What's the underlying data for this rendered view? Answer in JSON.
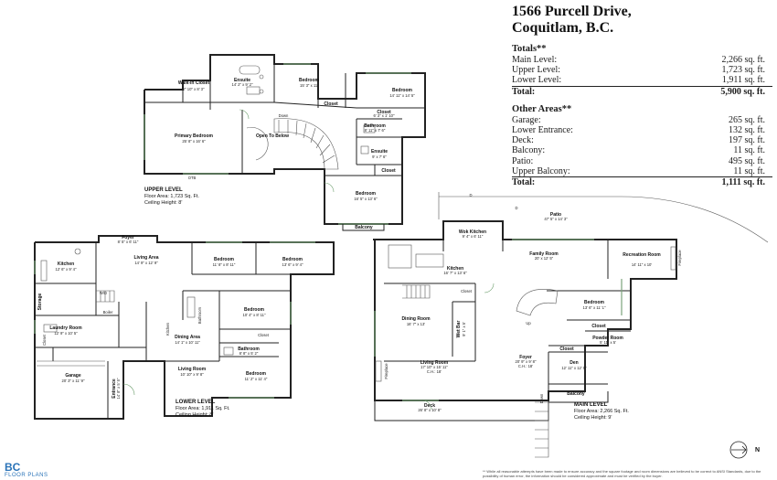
{
  "header": {
    "address_line1": "1566 Purcell Drive,",
    "address_line2": "Coquitlam, B.C."
  },
  "totals": {
    "heading": "Totals**",
    "rows": [
      {
        "label": "Main Level:",
        "value": "2,266 sq. ft."
      },
      {
        "label": "Upper Level:",
        "value": "1,723 sq. ft."
      },
      {
        "label": "Lower Level:",
        "value": "1,911 sq. ft."
      }
    ],
    "total": {
      "label": "Total:",
      "value": "5,900 sq. ft."
    }
  },
  "other_areas": {
    "heading": "Other Areas**",
    "rows": [
      {
        "label": "Garage:",
        "value": "265 sq. ft."
      },
      {
        "label": "Lower Entrance:",
        "value": "132 sq. ft."
      },
      {
        "label": "Deck:",
        "value": "197 sq. ft."
      },
      {
        "label": "Balcony:",
        "value": "11 sq. ft."
      },
      {
        "label": "Patio:",
        "value": "495 sq. ft."
      },
      {
        "label": "Upper Balcony:",
        "value": "11 sq. ft."
      }
    ],
    "total": {
      "label": "Total:",
      "value": "1,111 sq. ft."
    }
  },
  "levels": {
    "upper": {
      "name": "UPPER LEVEL",
      "area": "Floor Area: 1,723 Sq. Ft.",
      "ceiling": "Ceiling Height: 8'"
    },
    "lower": {
      "name": "LOWER LEVEL",
      "area": "Floor Area: 1,911 Sq. Ft.",
      "ceiling": "Ceiling Height: 8'"
    },
    "main": {
      "name": "MAIN LEVEL",
      "area": "Floor Area: 2,266 Sq. Ft.",
      "ceiling": "Ceiling Height: 9'"
    }
  },
  "upper_rooms": {
    "walkin": {
      "name": "Walk-in Closet",
      "dim": "7' 10\" x 8' 3\""
    },
    "ensuite": {
      "name": "Ensuite",
      "dim": "14' 2\" x 9' 2\""
    },
    "bedroom1": {
      "name": "Bedroom",
      "dim": "15' 3\" x 11'"
    },
    "bedroom2": {
      "name": "Bedroom",
      "dim": "14' 11\" x 14' 5\""
    },
    "closet1": {
      "name": "Closet"
    },
    "closet2": {
      "name": "Closet",
      "dim": "6' 3\" x 1' 10\""
    },
    "primary": {
      "name": "Primary Bedroom",
      "dim": "25' 8\" x 16' 6\""
    },
    "open": {
      "name": "Open To Below"
    },
    "down": {
      "name": "Down"
    },
    "bathroom": {
      "name": "Bathroom",
      "dim": "8' 11\" x 7' 6\""
    },
    "ensuite2": {
      "name": "Ensuite",
      "dim": "9' x 7' 6\""
    },
    "closet3": {
      "name": "Closet"
    },
    "bedroom3": {
      "name": "Bedroom",
      "dim": "16' 5\" x 13' 6\""
    },
    "balcony": {
      "name": "Balcony"
    },
    "otb": {
      "name": "OTB"
    }
  },
  "lower_rooms": {
    "foyer": {
      "name": "Foyer",
      "dim": "8' 5\" x 6' 11\""
    },
    "kitchen": {
      "name": "Kitchen",
      "dim": "12' 6\" x 9' 4\""
    },
    "living": {
      "name": "Living Area",
      "dim": "14' 9\" x 12' 9\""
    },
    "bedroom1": {
      "name": "Bedroom",
      "dim": "11' 8\" x 8' 11\""
    },
    "bedroom2": {
      "name": "Bedroom",
      "dim": "13' 6\" x 9' 4\""
    },
    "storage": {
      "name": "Storage",
      "dim": "13' 8\" x 5'"
    },
    "laundry": {
      "name": "Laundry Room",
      "dim": "12' 9\" x 10' 5\""
    },
    "closet_a": {
      "name": "Closet",
      "dim": "4' 8\" x 5'"
    },
    "boiler": {
      "name": "Boiler"
    },
    "wd": {
      "name": "W/D"
    },
    "bedroom3": {
      "name": "Bedroom",
      "dim": "10' 4\" x 8' 11\""
    },
    "bathroom1": {
      "name": "Bathroom"
    },
    "kitchen2": {
      "name": "Kitchen"
    },
    "closet_b": {
      "name": "Closet"
    },
    "dining": {
      "name": "Dining Area",
      "dim": "14' 1\" x 10' 11\""
    },
    "bathroom2": {
      "name": "Bathroom",
      "dim": "8' 8\" x 5' 2\""
    },
    "living2": {
      "name": "Living Room",
      "dim": "10' 10\" x 9' 8\""
    },
    "bedroom4": {
      "name": "Bedroom",
      "dim": "11' 2\" x 11' 4\""
    },
    "garage": {
      "name": "Garage",
      "dim": "20' 3\" x 11' 9\""
    },
    "entrance": {
      "name": "Entrance",
      "dim": "14' 8\" x 5' 5\""
    },
    "up": {
      "name": "Up"
    }
  },
  "main_rooms": {
    "patio": {
      "name": "Patio",
      "dim": "47' 5\" x 14' 3\""
    },
    "wok": {
      "name": "Wok Kitchen",
      "dim": "9' 4\" x 6' 11\""
    },
    "family": {
      "name": "Family Room",
      "dim": "20' x 12' 5\""
    },
    "recreation": {
      "name": "Recreation Room",
      "dim": "14' 11\" x 10'"
    },
    "fireplace1": {
      "name": "Fireplace"
    },
    "kitchen": {
      "name": "Kitchen",
      "dim": "16' 7\" x 13' 6\""
    },
    "closet1": {
      "name": "Closet"
    },
    "bedroom": {
      "name": "Bedroom",
      "dim": "13' 6\" x 11' 1\""
    },
    "dining": {
      "name": "Dining Room",
      "dim": "16' 7\" x 13'"
    },
    "wetbar": {
      "name": "Wet Bar",
      "dim": "9' 1\" x 5'"
    },
    "closet2": {
      "name": "Closet"
    },
    "powder": {
      "name": "Powder Room",
      "dim": "5' 11\" x 5'"
    },
    "closet3": {
      "name": "Closet"
    },
    "foyer": {
      "name": "Foyer",
      "dim": "20' 9\" x 9' 8\"",
      "ch": "C.H.: 18'"
    },
    "living": {
      "name": "Living Room",
      "dim": "17' 10\" x 15' 11\"",
      "ch": "C.H.: 18'"
    },
    "den": {
      "name": "Den",
      "dim": "12' 11\" x 12' 5\""
    },
    "fireplace2": {
      "name": "Fireplace"
    },
    "deck": {
      "name": "Deck",
      "dim": "26' 8\" x 10' 8\""
    },
    "balcony": {
      "name": "Balcony"
    },
    "up": {
      "name": "Up"
    },
    "down": {
      "name": "Down"
    },
    "d1": {
      "name": "D"
    },
    "d2": {
      "name": "D"
    }
  },
  "compass": {
    "label": "N"
  },
  "logo": {
    "brand": "BC",
    "sub": "FLOOR PLANS"
  },
  "disclaimer": "** While all reasonable attempts have been made to ensure accuracy and the square footage and room dimensions are believed to be correct to ANSI Standards, due to the possibility of human error, the information should be considered approximate and must be verified by the buyer."
}
